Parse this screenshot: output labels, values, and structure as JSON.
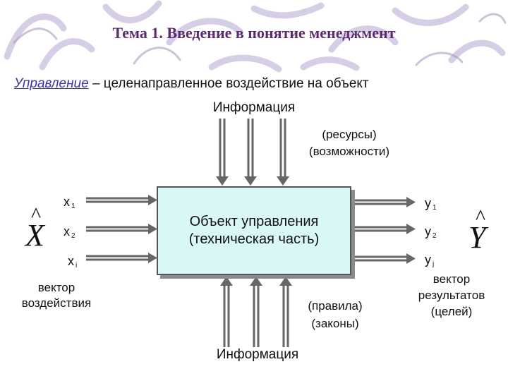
{
  "title": "Тема 1. Введение в понятие менеджмент",
  "definition": {
    "term": "Управление",
    "text": " – целенаправленное воздействие на объект"
  },
  "top": {
    "info": "Информация",
    "resources": "(ресурсы)",
    "possibilities": "(возможности)"
  },
  "box": {
    "line1": "Объект управления",
    "line2": "(техническая часть)",
    "fill_color": "#d9f7f7"
  },
  "inputs": {
    "x1": {
      "base": "x",
      "sub": "1"
    },
    "x2": {
      "base": "x",
      "sub": "2"
    },
    "xi": {
      "base": "x",
      "sub": "i"
    },
    "vector_symbol": "X",
    "caption_line1": "вектор",
    "caption_line2": "воздействия"
  },
  "outputs": {
    "y1": {
      "base": "y",
      "sub": "1"
    },
    "y2": {
      "base": "y",
      "sub": "2"
    },
    "yj": {
      "base": "y",
      "sub": "j"
    },
    "vector_symbol": "Y",
    "caption_line1": "вектор",
    "caption_line2": "результатов",
    "caption_line3": "(целей)"
  },
  "bottom": {
    "rules": "(правила)",
    "laws": "(законы)",
    "info": "Информация"
  },
  "colors": {
    "title": "#5c2a6e",
    "term": "#3b35a8",
    "decor": "#b8aacd"
  }
}
